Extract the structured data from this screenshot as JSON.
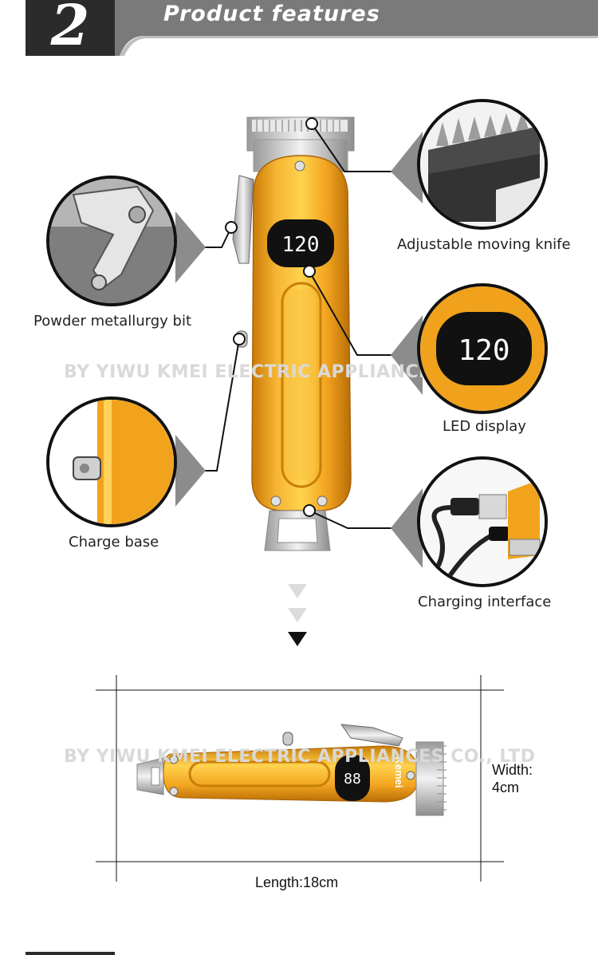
{
  "header": {
    "number": "2",
    "title": "Product features"
  },
  "callouts": {
    "knife": "Adjustable moving knife",
    "bit": "Powder metallurgy bit",
    "led": "LED display",
    "base": "Charge base",
    "charging": "Charging interface"
  },
  "display": {
    "reading": "120"
  },
  "watermark": "BY YIWU KMEI ELECTRIC APPLIANCES CO., LTD",
  "product": {
    "brand": "Kemei"
  },
  "dimensions": {
    "length": "Length:18cm",
    "width_line1": "Width:",
    "width_line2": "4cm"
  },
  "colors": {
    "accent": "#f5a623",
    "dark": "#2b2b2b"
  }
}
